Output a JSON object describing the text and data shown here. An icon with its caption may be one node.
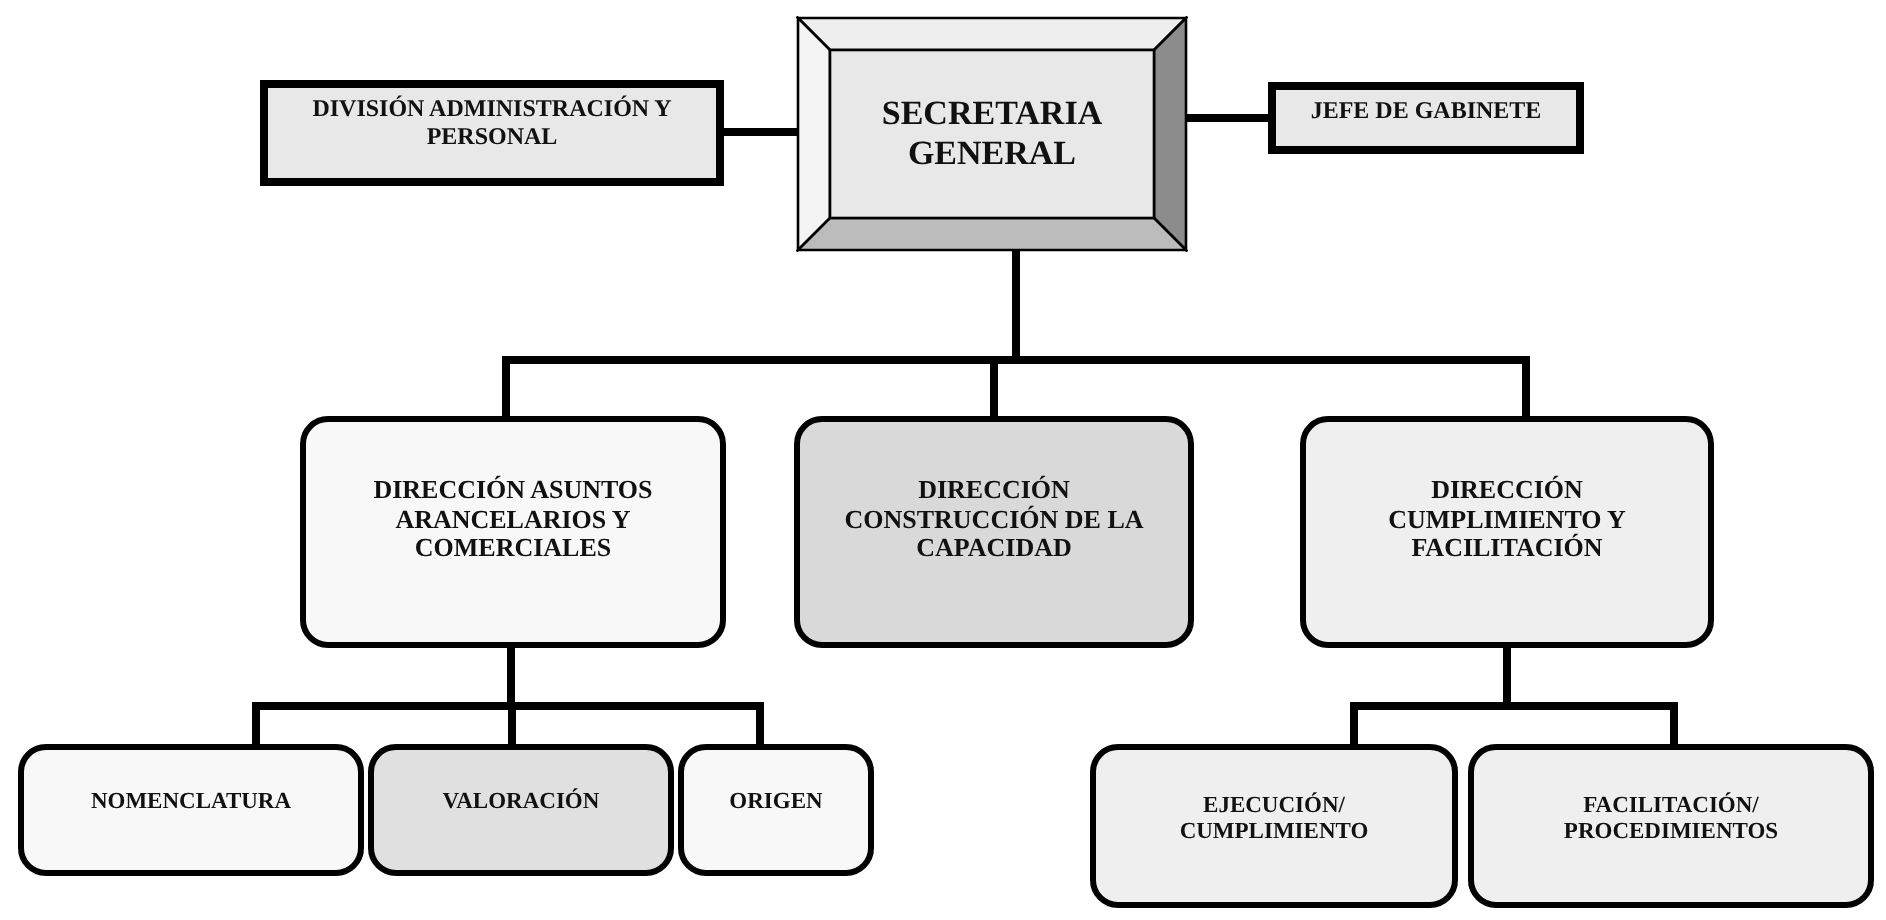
{
  "diagram": {
    "nodes": [
      {
        "text": [
          "DIVISIÓN ADMINISTRACIÓN Y PERSONAL"
        ]
      },
      {
        "text": [
          "SECRETARIA GENERAL"
        ]
      },
      {
        "text": [
          "JEFE DE GABINETE"
        ]
      },
      {
        "text": [
          "DIRECCIÓN ASUNTOS ARANCELARIOS Y COMERCIALES"
        ]
      },
      {
        "text": [
          "DIRECCIÓN CONSTRUCCIÓN DE LA CAPACIDAD"
        ]
      },
      {
        "text": [
          "DIRECCIÓN CUMPLIMIENTO Y FACILITACIÓN"
        ]
      },
      {
        "text": [
          "NOMENCLATURA"
        ]
      },
      {
        "text": [
          "VALORACIÓN"
        ]
      },
      {
        "text": [
          "ORIGEN"
        ]
      },
      {
        "text": [
          "EJECUCIÓN/ CUMPLIMIENTO"
        ]
      },
      {
        "text": [
          "FACILITACIÓN/ PROCEDIMIENTOS"
        ]
      }
    ],
    "edges": [
      {
        "from": 1,
        "to": 0,
        "arrow": "none"
      },
      {
        "from": 1,
        "to": 2,
        "arrow": "none"
      },
      {
        "from": 1,
        "to": 3,
        "arrow": "none"
      },
      {
        "from": 1,
        "to": 4,
        "arrow": "none"
      },
      {
        "from": 1,
        "to": 5,
        "arrow": "none"
      },
      {
        "from": 3,
        "to": 6,
        "arrow": "none"
      },
      {
        "from": 3,
        "to": 7,
        "arrow": "none"
      },
      {
        "from": 3,
        "to": 8,
        "arrow": "none"
      },
      {
        "from": 5,
        "to": 9,
        "arrow": "none"
      },
      {
        "from": 5,
        "to": 10,
        "arrow": "none"
      }
    ]
  }
}
